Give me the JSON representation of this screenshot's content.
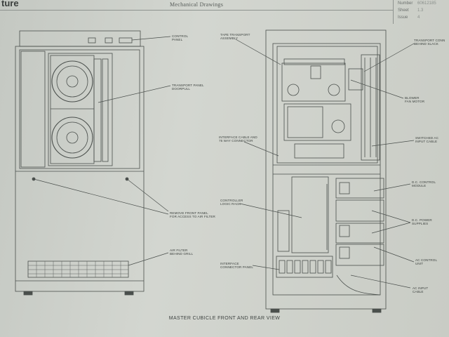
{
  "header": {
    "brand": "ture",
    "title": "Mechanical Drawings"
  },
  "title_block": {
    "rows": [
      {
        "label": "Number",
        "value": "60612185"
      },
      {
        "label": "Sheet",
        "value": "1.3"
      },
      {
        "label": "Issue",
        "value": "4"
      }
    ]
  },
  "front_view": {
    "callouts": {
      "control_panel": "CONTROL\nPANEL",
      "transport_door": "TRANSPORT PANEL\nDOORPULL",
      "remove_panel": "REMOVE FRONT PANEL\nFOR ACCESS TO AIR FILTER",
      "air_filter": "AIR FILTER\nBEHIND GRILL"
    }
  },
  "rear_view": {
    "callouts": {
      "tape_transport": "TAPE TRANSPORT\nASSEMBLY",
      "interface_cable": "INTERFACE CABLE AND\n75 WAY CONNECTOR",
      "controller_logic": "CONTROLLER\nLOGIC RACK",
      "interface_connector": "INTERFACE\nCONNECTOR PANEL",
      "transport_connector": "TRANSPORT CONN\nBEHIND SLACK",
      "blower": "BLOWER\nFAN MOTOR",
      "switched_ac": "SWITCHED AC\nINPUT CABLE",
      "dc_control": "D.C. CONTROL\nMODULE",
      "dc_power": "D.C. POWER\nSUPPLIES",
      "ac_control": "AC CONTROL\nUNIT",
      "ac_input": "AC INPUT\nCABLE"
    }
  },
  "caption": "MASTER CUBICLE FRONT AND REAR VIEW"
}
